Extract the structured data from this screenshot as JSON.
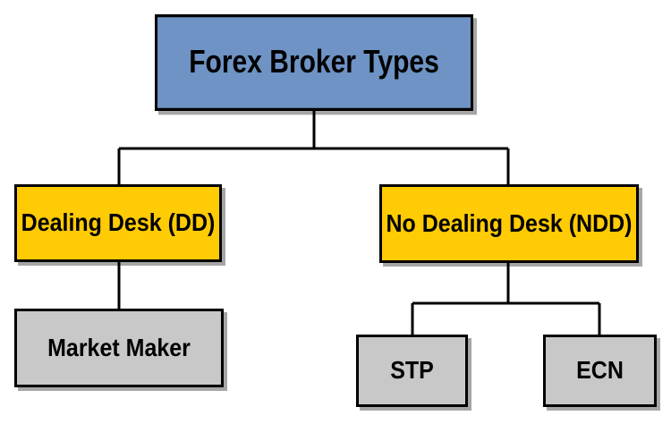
{
  "colors": {
    "root_fill": "#6E93C4",
    "category_fill": "#FFCB05",
    "leaf_fill": "#C8C8C8",
    "line": "#000000"
  },
  "nodes": {
    "root": {
      "label": "Forex Broker Types"
    },
    "dealing_desk": {
      "label": "Dealing Desk (DD)"
    },
    "no_dealing_desk": {
      "label": "No Dealing Desk (NDD)"
    },
    "market_maker": {
      "label": "Market Maker"
    },
    "stp": {
      "label": "STP"
    },
    "ecn": {
      "label": "ECN"
    }
  },
  "edges": [
    {
      "from": "root",
      "to": "dealing_desk"
    },
    {
      "from": "root",
      "to": "no_dealing_desk"
    },
    {
      "from": "dealing_desk",
      "to": "market_maker"
    },
    {
      "from": "no_dealing_desk",
      "to": "stp"
    },
    {
      "from": "no_dealing_desk",
      "to": "ecn"
    }
  ]
}
